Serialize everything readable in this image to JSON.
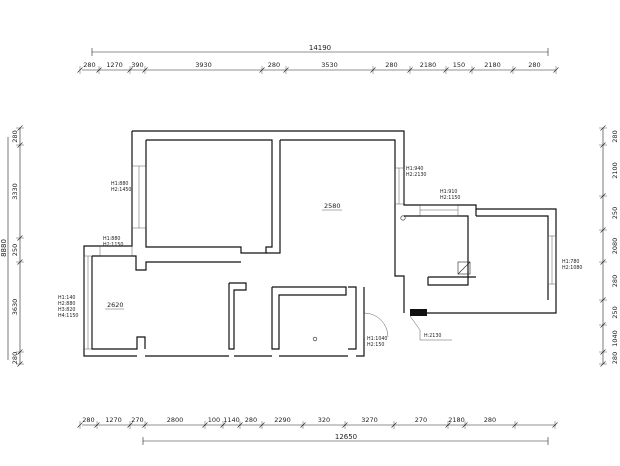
{
  "top_dims": {
    "total": "14190",
    "segments": [
      "280",
      "1270",
      "390",
      "3930",
      "280",
      "3530",
      "280",
      "2180",
      "150",
      "2180",
      "280"
    ]
  },
  "bottom_dims": {
    "total": "12650",
    "segments": [
      "280",
      "1270",
      "270",
      "2800",
      "100",
      "1140",
      "280",
      "2290",
      "320",
      "3270",
      "270",
      "2180",
      "280"
    ]
  },
  "left_dims": {
    "total": "8880",
    "segments": [
      "280",
      "3330",
      "250",
      "3630",
      "280"
    ]
  },
  "right_dims": {
    "segments": [
      "280",
      "2100",
      "250",
      "2080",
      "280",
      "250",
      "1040",
      "280"
    ]
  },
  "room_labels": {
    "living": "2580",
    "bedroom": "2620"
  },
  "notes": {
    "w1": [
      "H1:880",
      "H2:1450"
    ],
    "w2": [
      "H1:880",
      "H2:1150"
    ],
    "w3": [
      "H1:140",
      "H2:880",
      "H3:820",
      "H4:1150"
    ],
    "w4": [
      "H1:940",
      "H2:2130"
    ],
    "w5": [
      "H1:910",
      "H2:1150"
    ],
    "w6": [
      "H1:780",
      "H2:1080"
    ],
    "w7": [
      "H1:1040",
      "H2:150"
    ],
    "w8": [
      "H:2130"
    ]
  }
}
